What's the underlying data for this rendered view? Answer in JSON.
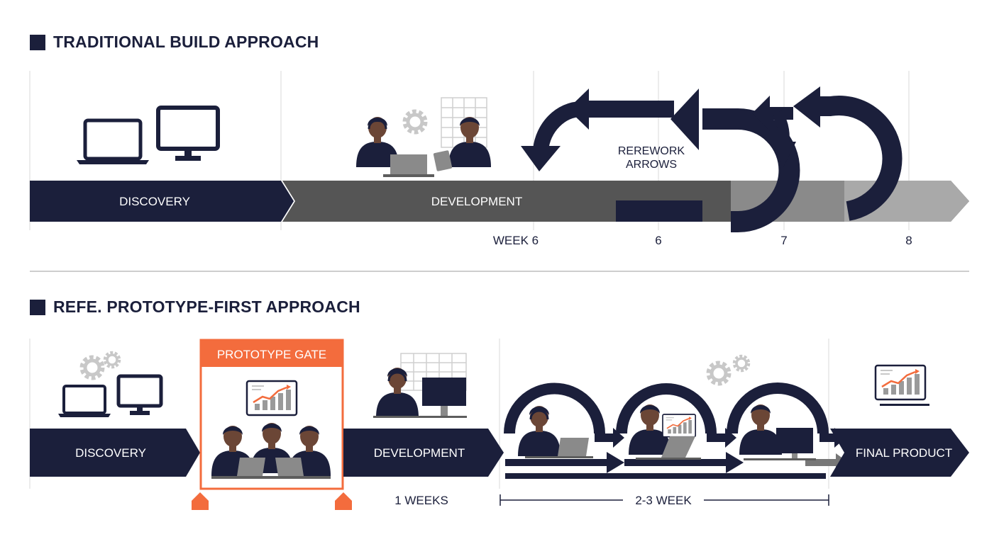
{
  "colors": {
    "navy": "#1b1f3b",
    "dark_gray": "#555555",
    "light_gray": "#a9a9a9",
    "orange": "#f36c3d",
    "gear": "#c8c8c8",
    "skin": "#6b4636",
    "divider": "#bdbdbd"
  },
  "traditional": {
    "title": "TRADITIONAL BUILD APPROACH",
    "discovery_label": "DISCOVERY",
    "development_label": "DEVELOPMENT",
    "rework_label_line1": "REREWORK",
    "rework_label_line2": "ARROWS",
    "week_labels": [
      "WEEK 6",
      "6",
      "7",
      "8"
    ],
    "icons": [
      "laptop-icon",
      "desktop-monitor-icon",
      "gear-icon",
      "grid-chart-icon",
      "headset-worker-icon",
      "tablet-worker-icon",
      "rework-arrow-icon"
    ]
  },
  "prototype_first": {
    "title": "REFE. PROTOTYPE-FIRST APPROACH",
    "discovery_label": "DISCOVERY",
    "gate_label": "PROTOTYPE GATE",
    "development_label": "DEVELOPMENT",
    "final_label": "FINAL PRODUCT",
    "duration_dev": "1 WEEKS",
    "duration_iter": "2-3 WEEK",
    "icons": [
      "laptop-icon",
      "desktop-monitor-icon",
      "gear-icon",
      "trend-chart-icon",
      "team-icon",
      "headset-worker-icon",
      "iteration-loop-icon"
    ]
  }
}
